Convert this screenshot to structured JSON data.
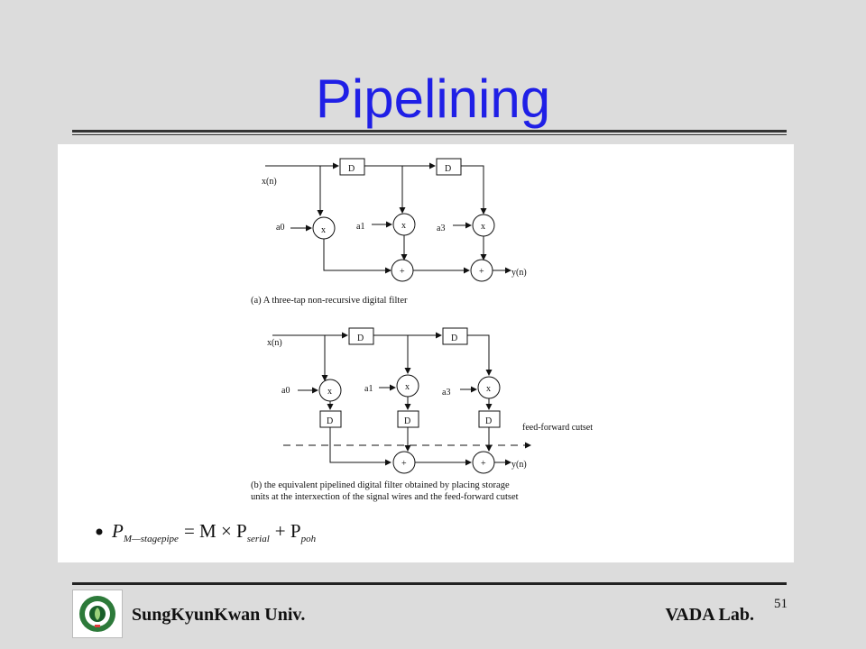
{
  "slide": {
    "title": "Pipelining",
    "page_number": "51",
    "footer_left": "SungKyunKwan Univ.",
    "footer_right": "VADA Lab.",
    "title_color": "#1f1fe6"
  },
  "diagram_a": {
    "input": "x(n)",
    "delays": [
      "D",
      "D"
    ],
    "coefficients": [
      "a0",
      "a1",
      "a3"
    ],
    "multiplier": "x",
    "adder": "+",
    "output": "y(n)",
    "caption": "(a)  A three-tap non-recursive digital filter"
  },
  "diagram_b": {
    "input": "x(n)",
    "delays": [
      "D",
      "D"
    ],
    "pipeline_delays": [
      "D",
      "D",
      "D"
    ],
    "coefficients": [
      "a0",
      "a1",
      "a3"
    ],
    "multiplier": "x",
    "adder": "+",
    "output": "y(n)",
    "cutset_label": "feed-forward cutset",
    "caption_line1": "(b) the equivalent pipelined digital filter obtained by placing storage",
    "caption_line2": "units at the interxection of the signal wires and the feed-forward cutset"
  },
  "formula": {
    "lhs": "P",
    "lhs_sub": "M—stagepipe",
    "eq": "= M × P",
    "mid_sub": "serial",
    "plus": "+ P",
    "rhs_sub": "poh"
  }
}
